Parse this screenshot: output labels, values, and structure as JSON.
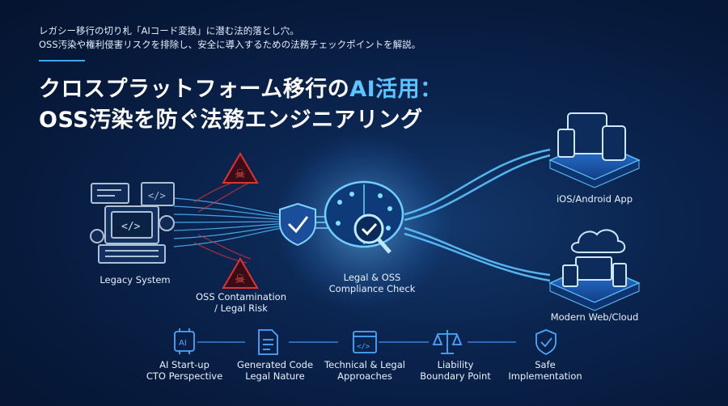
{
  "subtitle": {
    "line1": "レガシー移行の切り札「AIコード変換」に潜む法的落とし穴。",
    "line2": "OSS汚染や権利侵害リスクを排除し、安全に導入するための法務チェックポイントを解説。"
  },
  "title": {
    "line1_main": "クロスプラットフォーム移行の",
    "line1_accent": "AI活用：",
    "line2": "OSS汚染を防ぐ法務エンジニアリング"
  },
  "diagram": {
    "legacy_label": "Legacy System",
    "oss_label_1": "OSS Contamination",
    "oss_label_2": "/ Legal Risk",
    "check_label_1": "Legal & OSS",
    "check_label_2": "Compliance Check",
    "mobile_label": "iOS/Android App",
    "cloud_label": "Modern Web/Cloud"
  },
  "steps": [
    {
      "line1": "AI Start-up",
      "line2": "CTO Perspective",
      "icon": "ai-chip-icon"
    },
    {
      "line1": "Generated Code",
      "line2": "Legal Nature",
      "icon": "document-icon"
    },
    {
      "line1": "Technical & Legal",
      "line2": "Approaches",
      "icon": "code-window-icon"
    },
    {
      "line1": "Liability",
      "line2": "Boundary Point",
      "icon": "scales-icon"
    },
    {
      "line1": "Safe",
      "line2": "Implementation",
      "icon": "shield-check-icon"
    }
  ],
  "colors": {
    "accent": "#5cc4ff",
    "danger": "#e0322e",
    "flow": "#4fb8ff"
  }
}
